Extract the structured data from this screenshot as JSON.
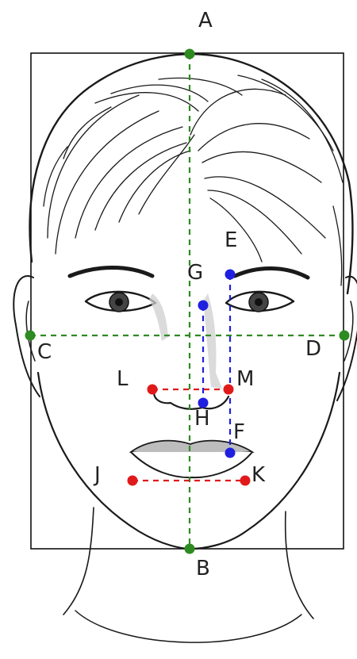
{
  "points": {
    "A": {
      "label": "A"
    },
    "B": {
      "label": "B"
    },
    "C": {
      "label": "C"
    },
    "D": {
      "label": "D"
    },
    "E": {
      "label": "E"
    },
    "F": {
      "label": "F"
    },
    "G": {
      "label": "G"
    },
    "H": {
      "label": "H"
    },
    "J": {
      "label": "J"
    },
    "K": {
      "label": "K"
    },
    "L": {
      "label": "L"
    },
    "M": {
      "label": "M"
    }
  },
  "colors": {
    "green": "#2e8b22",
    "blue": "#1f1fe0",
    "red": "#e01a1a",
    "ink": "#1a1a1a"
  }
}
